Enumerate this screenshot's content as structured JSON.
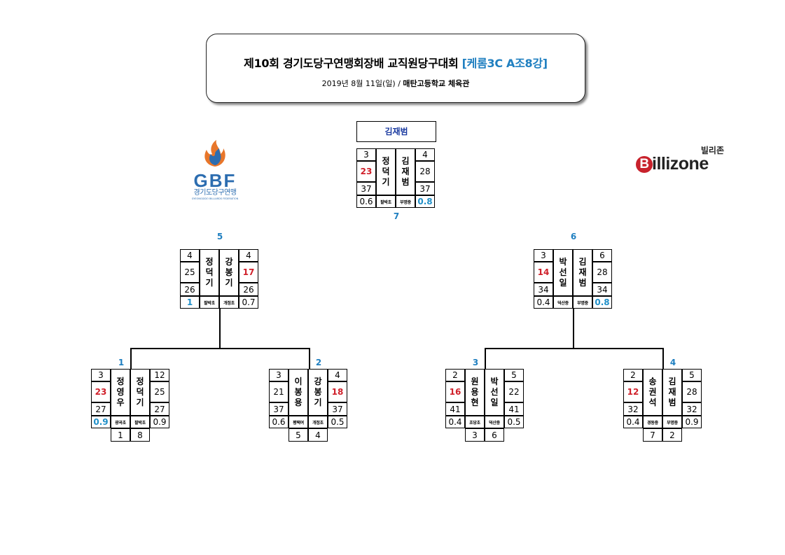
{
  "title": {
    "main": "제10회 경기도당구연맹회장배 교직원당구대회",
    "sub": "[케롬3C A조8강]",
    "date": "2019년 8월 11일(일)",
    "separator": "/",
    "venue": "매탄고등학교 체육관"
  },
  "logos": {
    "gbf_text": "GBF",
    "gbf_korean": "경기도당구연맹",
    "gbf_english": "GYEONGGIDO BILLIARDS FEDERATION",
    "billizone_korean": "빌리존",
    "billizone_initial": "B",
    "billizone_rest": "illizone"
  },
  "champion": "김재범",
  "colors": {
    "accent": "#1f7fc0",
    "loser_score": "#d0202a",
    "winner_avg": "#1f8fc8"
  },
  "matches": {
    "m1": {
      "number": "1",
      "left": {
        "handicap": "3",
        "score": "23",
        "innings": "27",
        "avg": "0.9",
        "name": [
          "정",
          "영",
          "우"
        ],
        "club": "광곡초",
        "seed": "1"
      },
      "right": {
        "handicap": "12",
        "score": "25",
        "innings": "27",
        "avg": "0.9",
        "name": [
          "정",
          "덕",
          "기"
        ],
        "club": "팔박초",
        "seed": "8"
      }
    },
    "m2": {
      "number": "2",
      "left": {
        "handicap": "3",
        "score": "21",
        "innings": "37",
        "avg": "0.6",
        "name": [
          "이",
          "봉",
          "용"
        ],
        "club": "평택여",
        "seed": "5"
      },
      "right": {
        "handicap": "4",
        "score": "18",
        "innings": "37",
        "avg": "0.5",
        "name": [
          "강",
          "봉",
          "기"
        ],
        "club": "개정초",
        "seed": "4"
      }
    },
    "m3": {
      "number": "3",
      "left": {
        "handicap": "2",
        "score": "16",
        "innings": "41",
        "avg": "0.4",
        "name": [
          "원",
          "용",
          "현"
        ],
        "club": "초당초",
        "seed": "3"
      },
      "right": {
        "handicap": "5",
        "score": "22",
        "innings": "41",
        "avg": "0.5",
        "name": [
          "박",
          "선",
          "일"
        ],
        "club": "덕산중",
        "seed": "6"
      }
    },
    "m4": {
      "number": "4",
      "left": {
        "handicap": "2",
        "score": "12",
        "innings": "32",
        "avg": "0.4",
        "name": [
          "송",
          "권",
          "석"
        ],
        "club": "경동중",
        "seed": "7"
      },
      "right": {
        "handicap": "5",
        "score": "28",
        "innings": "32",
        "avg": "0.9",
        "name": [
          "김",
          "재",
          "범"
        ],
        "club": "부명중",
        "seed": "2"
      }
    },
    "m5": {
      "number": "5",
      "left": {
        "handicap": "4",
        "score": "25",
        "innings": "26",
        "avg": "1",
        "name": [
          "정",
          "덕",
          "기"
        ],
        "club": "팔박초"
      },
      "right": {
        "handicap": "4",
        "score": "17",
        "innings": "26",
        "avg": "0.7",
        "name": [
          "강",
          "봉",
          "기"
        ],
        "club": "개정초"
      }
    },
    "m6": {
      "number": "6",
      "left": {
        "handicap": "3",
        "score": "14",
        "innings": "34",
        "avg": "0.4",
        "name": [
          "박",
          "선",
          "일"
        ],
        "club": "덕산중"
      },
      "right": {
        "handicap": "6",
        "score": "28",
        "innings": "34",
        "avg": "0.8",
        "name": [
          "김",
          "재",
          "범"
        ],
        "club": "부명중"
      }
    },
    "m7": {
      "number": "7",
      "left": {
        "handicap": "3",
        "score": "23",
        "innings": "37",
        "avg": "0.6",
        "name": [
          "정",
          "덕",
          "기"
        ],
        "club": "팔박초"
      },
      "right": {
        "handicap": "4",
        "score": "28",
        "innings": "37",
        "avg": "0.8",
        "name": [
          "김",
          "재",
          "범"
        ],
        "club": "부명중"
      }
    }
  }
}
